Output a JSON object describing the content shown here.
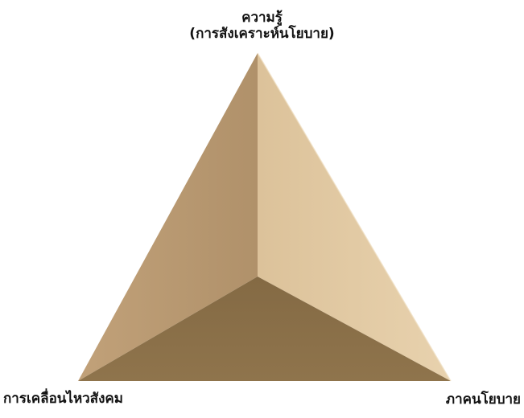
{
  "diagram": {
    "labels": {
      "top_line1": "ความรู้",
      "top_line2": "(การสังเคราะห์นโยบาย)",
      "bottom_left": "การเคลื่อนไหวสังคม",
      "bottom_right": "ภาคนโยบาย"
    },
    "colors": {
      "left_face": "#b3936a",
      "right_face": "#e2c9a2",
      "bottom_face": "#8d7249",
      "edge_highlight": "#f0e0c4"
    }
  }
}
